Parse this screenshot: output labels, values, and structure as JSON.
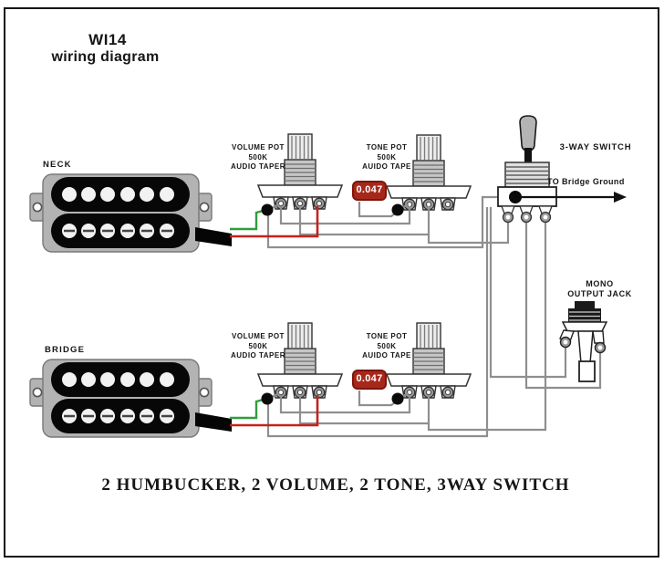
{
  "title": {
    "line1": "WI14",
    "line2": "wiring diagram"
  },
  "pickups": {
    "neck": "NECK",
    "bridge": "BRIDGE"
  },
  "pots": {
    "volume_neck": {
      "name": "VOLUME POT",
      "value": "500K",
      "taper": "AUDIO TAPER"
    },
    "tone_neck": {
      "name": "TONE POT",
      "value": "500K",
      "taper": "AUIDO TAPE"
    },
    "volume_bridge": {
      "name": "VOLUME POT",
      "value": "500K",
      "taper": "AUDIO TAPER"
    },
    "tone_bridge": {
      "name": "TONE POT",
      "value": "500K",
      "taper": "AUIDO TAPE"
    }
  },
  "capacitors": {
    "neck_value": "0.047",
    "bridge_value": "0.047"
  },
  "selector_switch": {
    "label": "3-WAY SWITCH",
    "ground_note": "TO Bridge Ground"
  },
  "output_jack": {
    "line1": "MONO",
    "line2": "OUTPUT JACK"
  },
  "caption": "2 HUMBUCKER, 2 VOLUME, 2 TONE, 3WAY SWITCH",
  "colors": {
    "ink": "#161616",
    "wire_gray": "#8f8f8f",
    "wire_green": "#2f9e3c",
    "wire_red": "#c4221c",
    "cap_fill": "#a6281b",
    "cap_border": "#7e150c"
  }
}
